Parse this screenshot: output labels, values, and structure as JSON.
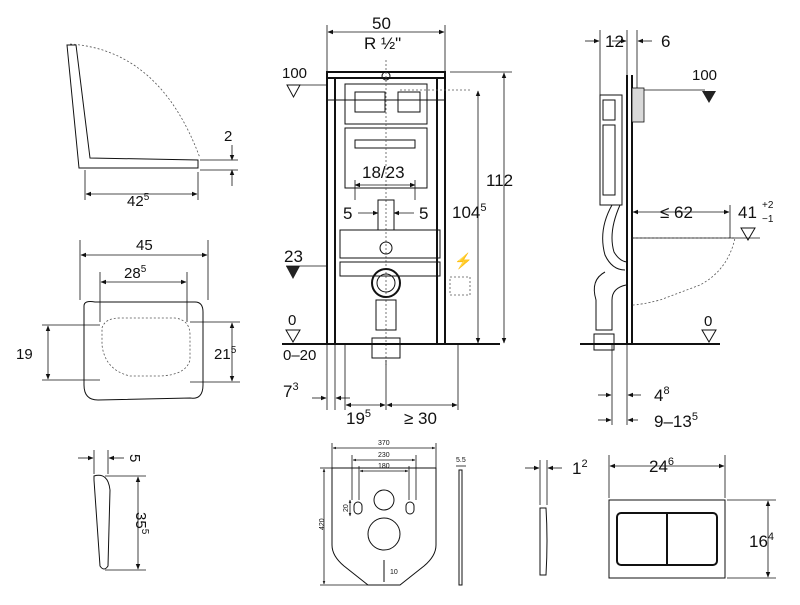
{
  "seat_side": {
    "thickness": "2",
    "depth_main": "42",
    "depth_sup": "5"
  },
  "seat_top": {
    "outer_width": "45",
    "inner_main": "28",
    "inner_sup": "5",
    "left_height": "19",
    "right_main": "21",
    "right_sup": "5"
  },
  "seat_profile": {
    "thickness": "5",
    "height_main": "35",
    "height_sup": "5"
  },
  "frame_front": {
    "width": "50",
    "connection": "R ½\"",
    "level_top": "100",
    "level_23": "23",
    "level_0": "0",
    "floor_range": "0–20",
    "fix_distance": "18/23",
    "offset_left": "5",
    "offset_right": "5",
    "height_total": "112",
    "height_fix_main": "104",
    "height_fix_sup": "5",
    "foot_main": "7",
    "foot_sup": "3",
    "drain_main": "19",
    "drain_sup": "5",
    "wall_min": "≥ 30"
  },
  "frame_side": {
    "depth_top": "12",
    "depth_right": "6",
    "level_top": "100",
    "bowl_length": "≤ 62",
    "bowl_height": "41",
    "tol_plus": "+2",
    "tol_minus": "−1",
    "level_0": "0",
    "foot_main": "4",
    "foot_sup": "8",
    "range_main": "9–13",
    "range_sup": "5"
  },
  "mat": {
    "width": "370",
    "mid_width": "230",
    "inner_width": "180",
    "height": "420",
    "small_gap": "20",
    "slot": "10",
    "thickness": "5.5"
  },
  "plate": {
    "thickness_main": "1",
    "thickness_sup": "2",
    "width_main": "24",
    "width_sup": "6",
    "height_main": "16",
    "height_sup": "4"
  }
}
